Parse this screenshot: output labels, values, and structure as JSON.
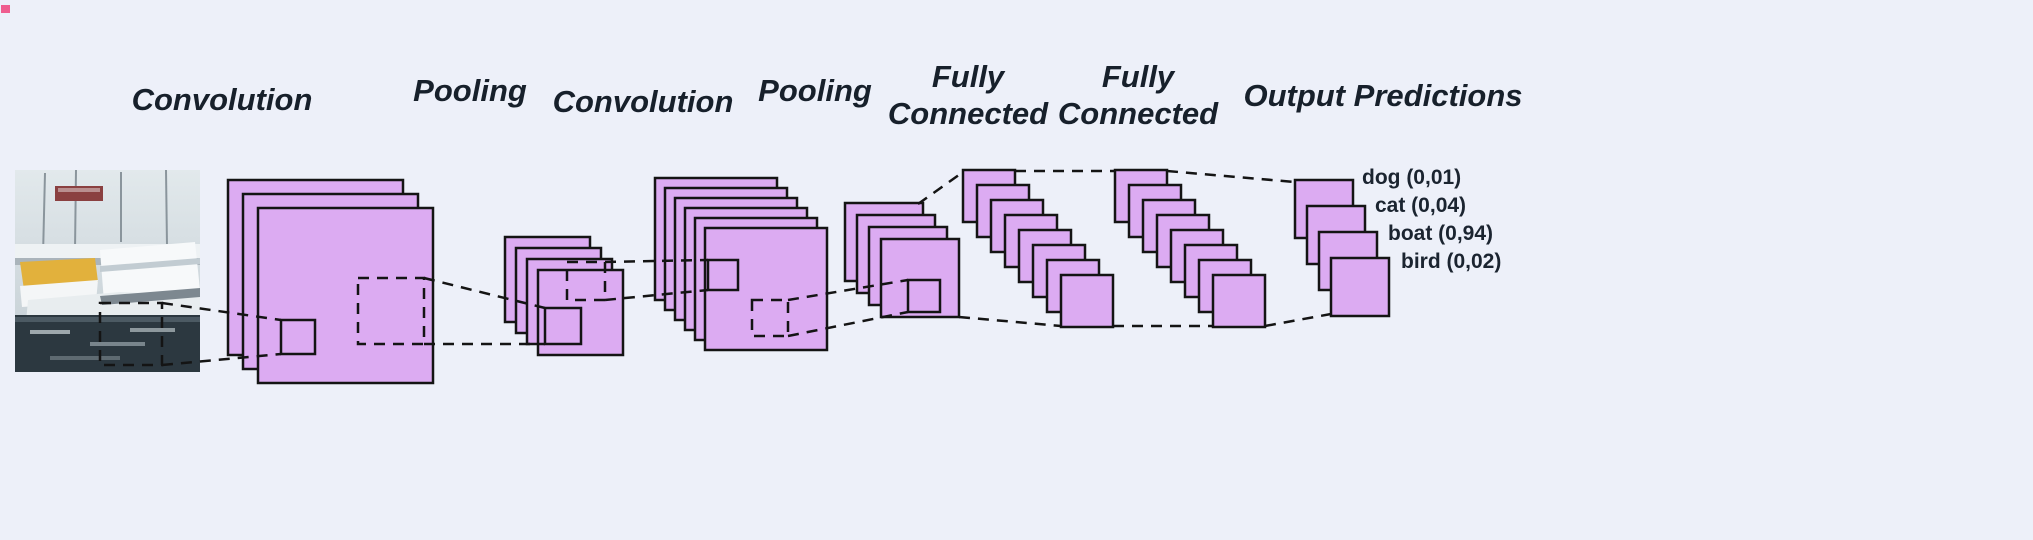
{
  "diagram": {
    "type": "cnn-architecture",
    "stages": [
      {
        "name": "convolution-1",
        "label": "Convolution"
      },
      {
        "name": "pooling-1",
        "label": "Pooling"
      },
      {
        "name": "convolution-2",
        "label": "Convolution"
      },
      {
        "name": "pooling-2",
        "label": "Pooling"
      },
      {
        "name": "fully-connected-1",
        "label": "Fully Connected",
        "line1": "Fully",
        "line2": "Connected"
      },
      {
        "name": "fully-connected-2",
        "label": "Fully Connected",
        "line1": "Fully",
        "line2": "Connected"
      },
      {
        "name": "output-predictions",
        "label": "Output Predictions"
      }
    ],
    "predictions": [
      "dog (0,01)",
      "cat (0,04)",
      "boat (0,94)",
      "bird (0,02)"
    ]
  },
  "colors": {
    "background": "#edf0f9",
    "feature_map": "#dcabf2",
    "outline": "#141414",
    "label_text": "#17202b",
    "prediction_text": "#1b2430"
  }
}
